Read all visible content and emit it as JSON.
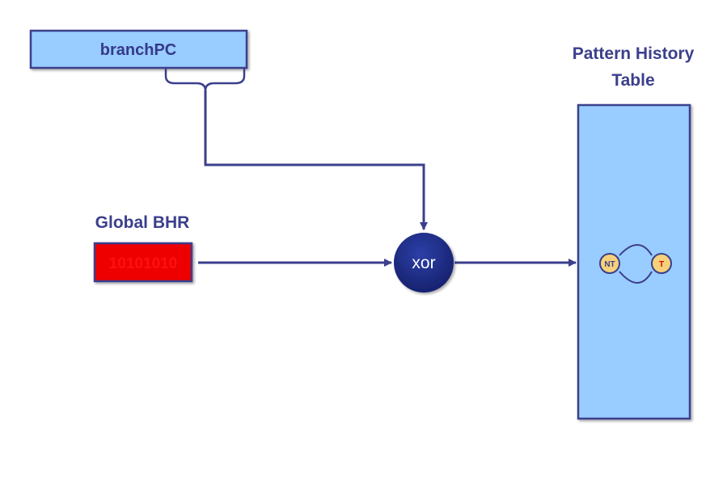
{
  "branch_pc": {
    "label": "branchPC"
  },
  "global_bhr": {
    "title": "Global BHR",
    "bits": "10101010"
  },
  "xor_node": {
    "label": "xor"
  },
  "pht": {
    "title_line1": "Pattern History",
    "title_line2": "Table"
  },
  "states": {
    "not_taken": "NT",
    "taken": "T"
  },
  "colors": {
    "box_fill": "#99ccff",
    "box_stroke": "#3b3f8c",
    "wire": "#3b3f8c",
    "bhr_fill": "#ee0000",
    "xor_fill": "#1f2e8a",
    "state_fill": "#f5d27a"
  }
}
